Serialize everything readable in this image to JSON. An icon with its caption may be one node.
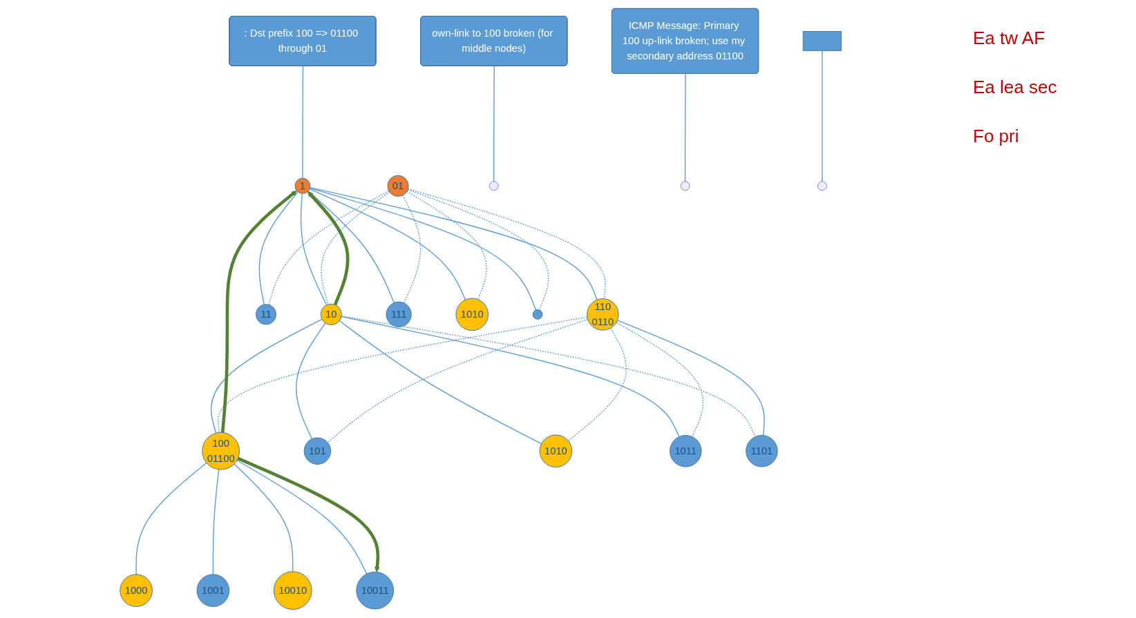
{
  "diagram": {
    "nodes": [
      {
        "text": [
          ": Dst prefix 100 => 01100 through 01"
        ]
      },
      {
        "text": [
          "1"
        ]
      },
      {
        "text": [
          "01"
        ]
      },
      {
        "text": [
          "own-link to 100 broken (for middle nodes)"
        ]
      },
      {
        "text": [
          "10"
        ]
      },
      {
        "text": [
          "11"
        ]
      },
      {
        "text": [
          "110",
          "0110"
        ]
      },
      {
        "text": [
          "111"
        ]
      },
      {
        "text": [
          "1010"
        ]
      },
      {
        "text": [],
        "shape": "circle"
      },
      {
        "text": [
          "100",
          "01100"
        ]
      },
      {
        "text": [
          "101"
        ]
      },
      {
        "text": [
          "1010"
        ]
      },
      {
        "text": [
          "1011"
        ]
      },
      {
        "text": [
          "1101"
        ]
      },
      {
        "text": [
          "1000"
        ]
      },
      {
        "text": [
          "1001"
        ]
      },
      {
        "text": [
          "10010"
        ]
      },
      {
        "text": [
          "10011"
        ]
      },
      {
        "text": [
          "ICMP Message: Primary 100 up-link broken; use my secondary address 01100"
        ]
      },
      {
        "text": [],
        "shape": "box"
      }
    ],
    "edges": [
      {
        "from": 0,
        "to": 1,
        "arrow": "none"
      },
      {
        "from": 1,
        "to": 4,
        "arrow": "none"
      },
      {
        "from": 1,
        "to": 5,
        "arrow": "none"
      },
      {
        "from": 1,
        "to": 6,
        "arrow": "none"
      },
      {
        "from": 1,
        "to": 7,
        "arrow": "none"
      },
      {
        "from": 1,
        "to": 8,
        "arrow": "none"
      },
      {
        "from": 1,
        "to": 9,
        "arrow": "none"
      },
      {
        "from": 2,
        "to": 4,
        "arrow": "none",
        "style": "dashed"
      },
      {
        "from": 2,
        "to": 5,
        "arrow": "none",
        "style": "dashed"
      },
      {
        "from": 2,
        "to": 6,
        "arrow": "none",
        "style": "dashed"
      },
      {
        "from": 2,
        "to": 7,
        "arrow": "none",
        "style": "dashed"
      },
      {
        "from": 2,
        "to": 8,
        "arrow": "none",
        "style": "dashed"
      },
      {
        "from": 2,
        "to": 9,
        "arrow": "none",
        "style": "dashed"
      },
      {
        "from": 4,
        "to": 10,
        "arrow": "none"
      },
      {
        "from": 4,
        "to": 11,
        "arrow": "none"
      },
      {
        "from": 4,
        "to": 12,
        "arrow": "none"
      },
      {
        "from": 4,
        "to": 13,
        "arrow": "none"
      },
      {
        "from": 4,
        "to": 14,
        "arrow": "none",
        "style": "dashed"
      },
      {
        "from": 6,
        "to": 14,
        "arrow": "none"
      },
      {
        "from": 6,
        "to": 10,
        "arrow": "none",
        "style": "dashed"
      },
      {
        "from": 6,
        "to": 11,
        "arrow": "none",
        "style": "dashed"
      },
      {
        "from": 6,
        "to": 12,
        "arrow": "none",
        "style": "dashed"
      },
      {
        "from": 6,
        "to": 13,
        "arrow": "none",
        "style": "dashed"
      },
      {
        "from": 10,
        "to": 15,
        "arrow": "none"
      },
      {
        "from": 10,
        "to": 16,
        "arrow": "none"
      },
      {
        "from": 10,
        "to": 17,
        "arrow": "none"
      },
      {
        "from": 10,
        "to": 18,
        "arrow": "none"
      },
      {
        "from": 4,
        "to": 1,
        "arrow": "to",
        "style": "thick",
        "color": "#548235"
      },
      {
        "from": 10,
        "to": 1,
        "arrow": "to",
        "style": "thick",
        "color": "#548235"
      },
      {
        "from": 10,
        "to": 18,
        "arrow": "to",
        "style": "thick",
        "color": "#548235"
      },
      {
        "from": 3,
        "to": null,
        "arrow": "none"
      },
      {
        "from": 19,
        "to": null,
        "arrow": "none"
      },
      {
        "from": 20,
        "to": null,
        "arrow": "none"
      }
    ],
    "labels": [
      "Ea tw AF",
      "Ea lea sec",
      "Fo pri"
    ]
  }
}
